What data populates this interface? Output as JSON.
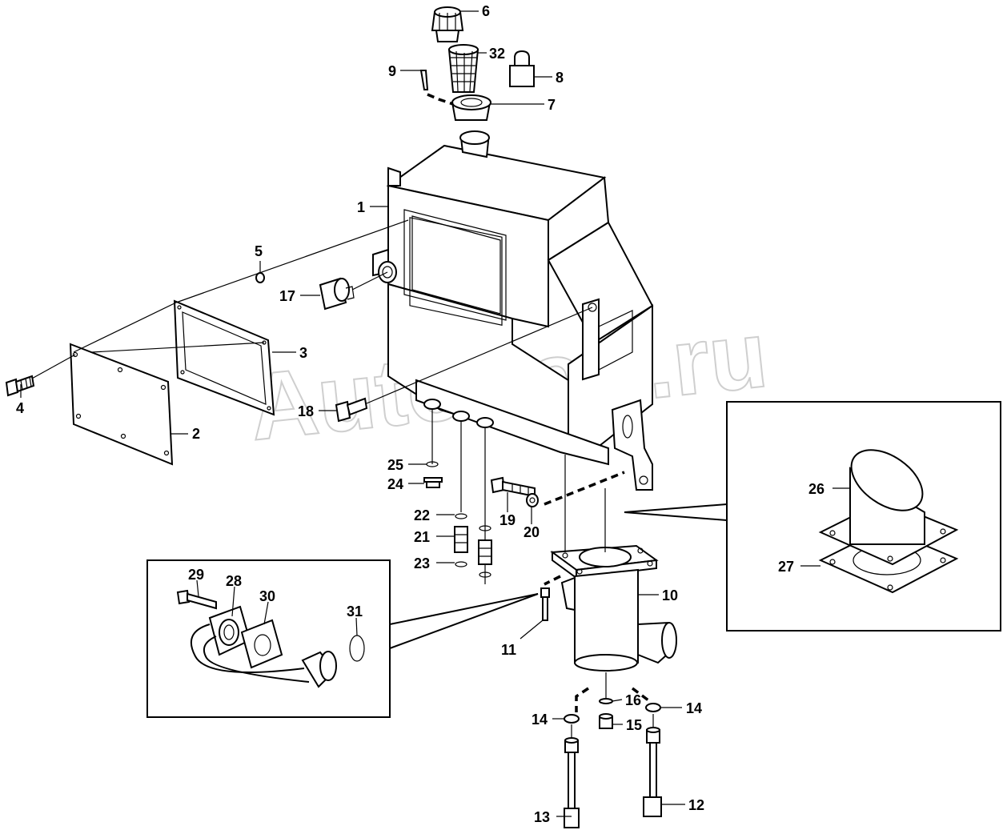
{
  "watermark": "AutoSoft.ru",
  "callouts": [
    "1",
    "2",
    "3",
    "4",
    "5",
    "6",
    "7",
    "8",
    "9",
    "10",
    "11",
    "12",
    "13",
    "14",
    "14",
    "15",
    "16",
    "17",
    "18",
    "19",
    "20",
    "21",
    "22",
    "23",
    "24",
    "25",
    "26",
    "27",
    "28",
    "29",
    "30",
    "31",
    "32"
  ]
}
